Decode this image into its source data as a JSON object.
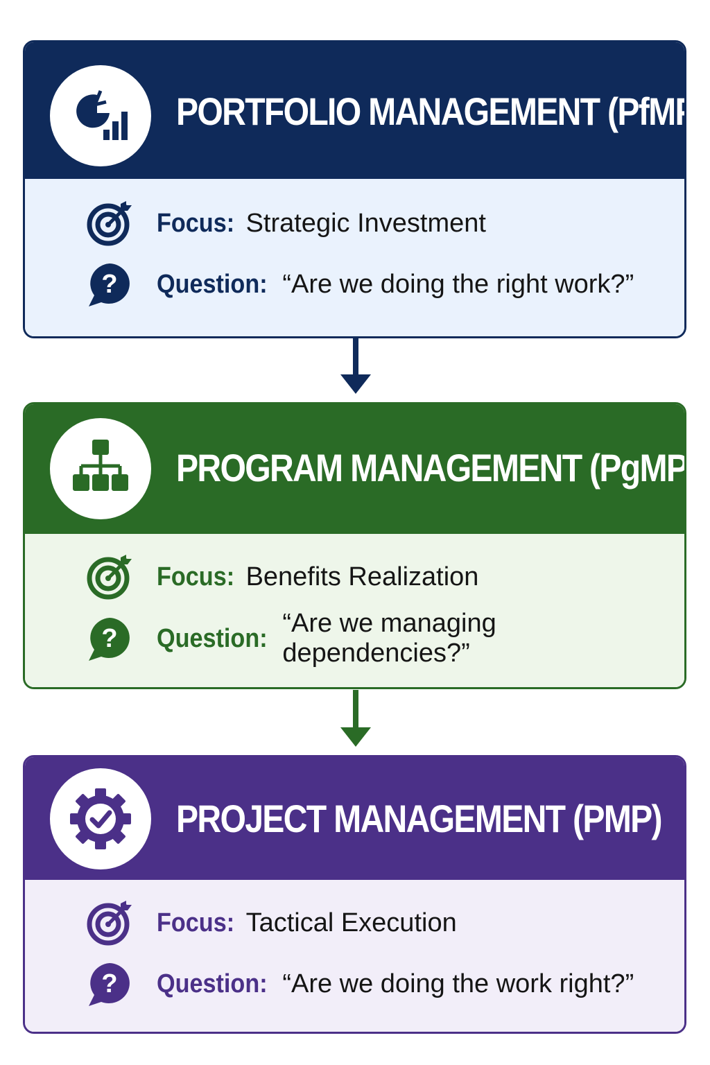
{
  "cards": [
    {
      "title": "PORTFOLIO MANAGEMENT (PfMP)",
      "icon": "pie-chart-bar-icon",
      "accent": "#0f2a5a",
      "light": "#eaf2fd",
      "focus_label": "Focus:",
      "focus_value": "Strategic Investment",
      "question_label": "Question:",
      "question_value": "“Are we doing the right work?”"
    },
    {
      "title": "PROGRAM MANAGEMENT (PgMP)",
      "icon": "hierarchy-icon",
      "accent": "#2a6b26",
      "light": "#eef6ea",
      "focus_label": "Focus:",
      "focus_value": "Benefits Realization",
      "question_label": "Question:",
      "question_value": "“Are we managing dependencies?”"
    },
    {
      "title": "PROJECT MANAGEMENT (PMP)",
      "icon": "gear-check-icon",
      "accent": "#4b3088",
      "light": "#f2eef9",
      "focus_label": "Focus:",
      "focus_value": "Tactical Execution",
      "question_label": "Question:",
      "question_value": "“Are we doing the work right?”"
    }
  ]
}
